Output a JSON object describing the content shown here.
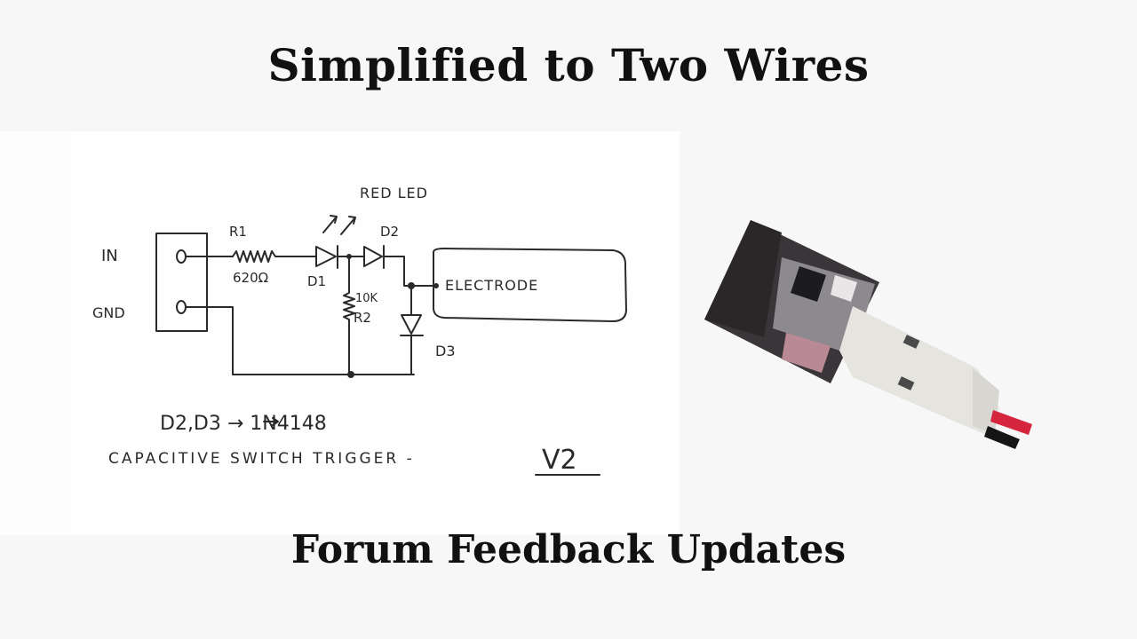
{
  "title": "Simplified to Two Wires",
  "subtitle": "Forum Feedback Updates",
  "schematic": {
    "in_label": "IN",
    "gnd_label": "GND",
    "r1_label": "R1",
    "r1_value": "620Ω",
    "d1_label": "D1",
    "led_label": "RED LED",
    "d2_label": "D2",
    "r2_value": "10K",
    "r2_label": "R2",
    "d3_label": "D3",
    "electrode_label": "ELECTRODE",
    "note": "D2,D3 → 1N4148",
    "caption": "CAPACITIVE SWITCH TRIGGER -",
    "version": "V2"
  }
}
